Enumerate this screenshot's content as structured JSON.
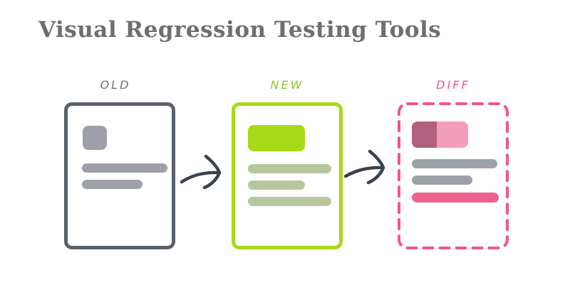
{
  "title": "Visual Regression Testing Tools",
  "panels": [
    {
      "id": "old",
      "label": "OLD"
    },
    {
      "id": "new",
      "label": "NEW"
    },
    {
      "id": "diff",
      "label": "DIFF"
    }
  ],
  "arrows": [
    {
      "name": "old-to-new-arrow"
    },
    {
      "name": "new-to-diff-arrow"
    }
  ],
  "colors": {
    "background": "#ffffff",
    "title": "#6d6e71",
    "old-border": "#59626a",
    "old-label": "#6d7278",
    "gray-block": "#9ba1a6",
    "new-border": "#a6da17",
    "new-header": "#a6da17",
    "new-label": "#8bc62f",
    "sage-block": "#b7c79c",
    "diff-border": "#f2548a",
    "diff-label": "#f2548a",
    "pink-bar": "#f0618e",
    "pink-light": "#f49dbb",
    "rose-dark": "#b2607e",
    "arrow": "#3a424b"
  }
}
